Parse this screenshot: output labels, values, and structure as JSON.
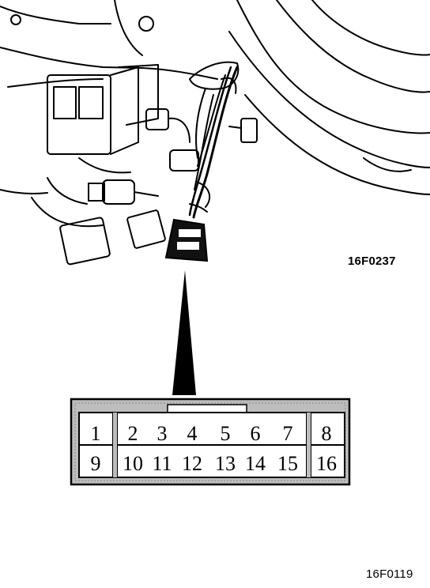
{
  "figure_codes": {
    "top": "16F0237",
    "bottom": "16F0119"
  },
  "connector": {
    "top_row_pins": [
      "1",
      "2",
      "3",
      "4",
      "5",
      "6",
      "7",
      "8"
    ],
    "bottom_row_pins": [
      "9",
      "10",
      "11",
      "12",
      "13",
      "14",
      "15",
      "16"
    ]
  }
}
